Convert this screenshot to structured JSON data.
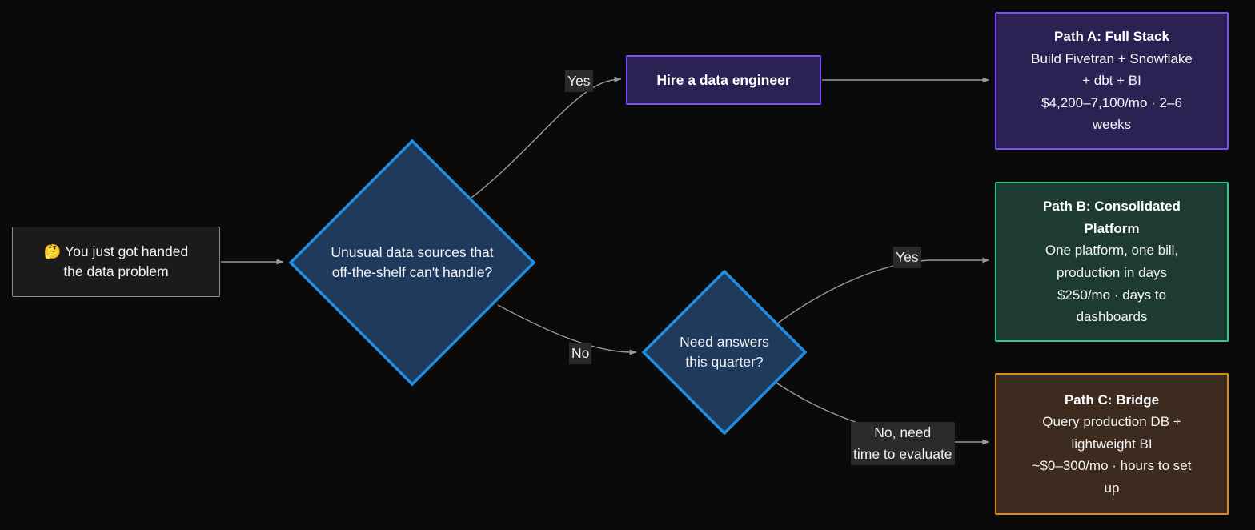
{
  "diagram": {
    "title": "Data problem decision flowchart",
    "background_color": "#0a0a0a",
    "edge_color": "#9a9a9a"
  },
  "nodes": {
    "start": {
      "id": "start",
      "icon": "thinking-face-emoji",
      "icon_glyph": "🤔",
      "line1": "You just got handed",
      "line2": "the data problem",
      "fill": "#1b1b1b",
      "stroke": "#8a8a8a"
    },
    "decision1": {
      "id": "decision1",
      "line1": "Unusual data sources that",
      "line2": "off-the-shelf can't handle?",
      "fill": "#1f3a5c",
      "stroke": "#1f8fe0"
    },
    "decision2": {
      "id": "decision2",
      "line1": "Need answers",
      "line2": "this quarter?",
      "fill": "#1f3a5c",
      "stroke": "#1f8fe0"
    },
    "hire": {
      "id": "hire",
      "label": "Hire a data engineer",
      "fill": "#2b2152",
      "stroke": "#7c4dff"
    },
    "pathA": {
      "id": "pathA",
      "title": "Path A: Full Stack",
      "line1": "Build Fivetran + Snowflake",
      "line2": "+ dbt + BI",
      "line3": "$4,200–7,100/mo · 2–6",
      "line4": "weeks",
      "fill": "#2b2152",
      "stroke": "#7c4dff"
    },
    "pathB": {
      "id": "pathB",
      "title_line1": "Path B: Consolidated",
      "title_line2": "Platform",
      "line1": "One platform, one bill,",
      "line2": "production in days",
      "line3": "$250/mo · days to",
      "line4": "dashboards",
      "fill": "#1d3a33",
      "stroke": "#2ecc84"
    },
    "pathC": {
      "id": "pathC",
      "title": "Path C: Bridge",
      "line1": "Query production DB +",
      "line2": "lightweight BI",
      "line3": "~$0–300/mo · hours to set",
      "line4": "up",
      "fill": "#3d2b1f",
      "stroke": "#e08a1a"
    }
  },
  "edges": {
    "start_to_decision1": {
      "label": ""
    },
    "decision1_yes": {
      "label": "Yes",
      "target": "hire"
    },
    "hire_to_pathA": {
      "label": ""
    },
    "decision1_no": {
      "label": "No",
      "target": "decision2"
    },
    "decision2_yes": {
      "label": "Yes",
      "target": "pathB"
    },
    "decision2_no": {
      "label": "No, need\ntime to evaluate",
      "target": "pathC"
    }
  }
}
